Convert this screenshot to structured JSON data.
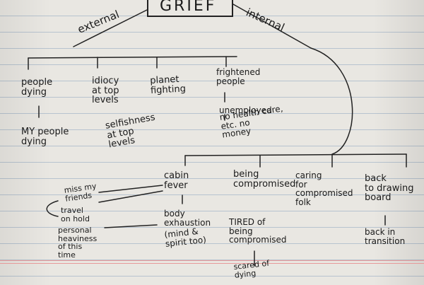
{
  "title": "GRIEF",
  "branches": {
    "external": "external",
    "internal": "internal"
  },
  "external_nodes": [
    {
      "text": "people\ndying"
    },
    {
      "text": "idiocy\nat top\nlevels"
    },
    {
      "text": "planet\nfighting"
    },
    {
      "text": "frightened\npeople"
    }
  ],
  "external_children": [
    {
      "text": "MY people\ndying"
    },
    {
      "text": "selfishness\nat top\nlevels"
    },
    {
      "text": "unemployed"
    },
    {
      "text": "no health care,\netc. no\nmoney"
    }
  ],
  "internal_nodes": [
    {
      "text": "cabin\nfever"
    },
    {
      "text": "being\ncompromised"
    },
    {
      "text": "caring\nfor\ncompromised\nfolk"
    },
    {
      "text": "back\nto drawing\nboard"
    }
  ],
  "internal_children": [
    {
      "text": "miss my\nfriends"
    },
    {
      "text": "travel\non hold"
    },
    {
      "text": "personal\nheaviness\nof this\ntime"
    },
    {
      "text": "body\nexhaustion"
    },
    {
      "text": "(mind &\nspirit too)"
    },
    {
      "text": "TIRED of\nbeing\ncompromised"
    },
    {
      "text": "scared of\ndying"
    },
    {
      "text": "back in\ntransition"
    }
  ]
}
